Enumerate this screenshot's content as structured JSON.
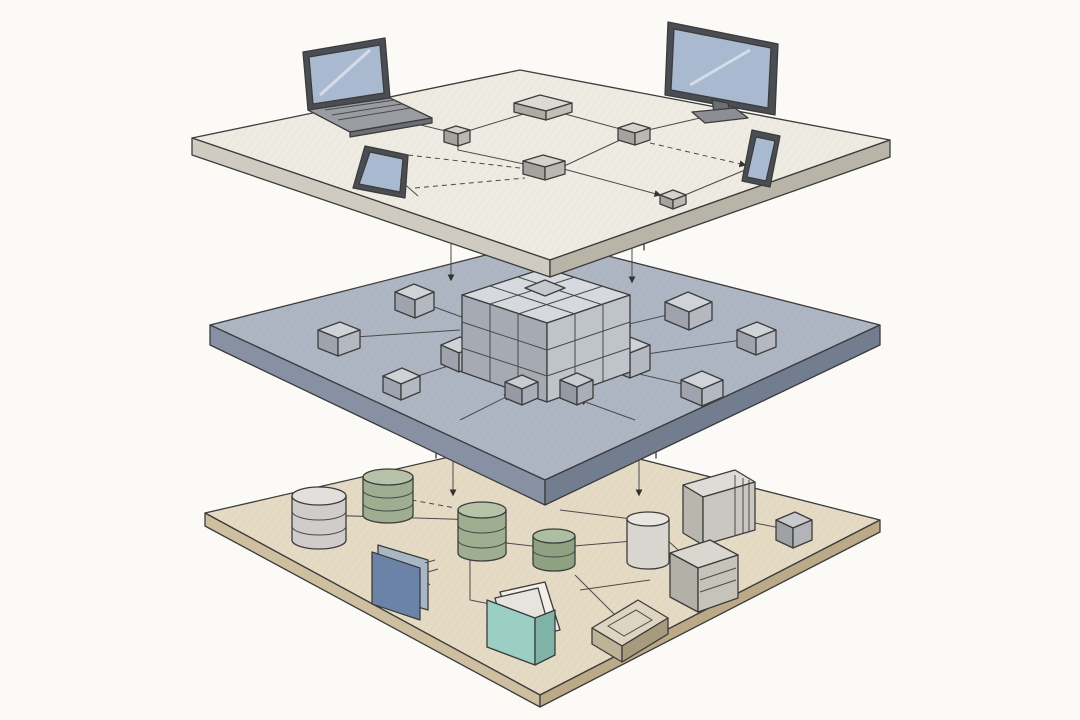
{
  "colors": {
    "background": "#fbfaf6",
    "top_layer": "#eeebe2",
    "middle_layer": "#aeb6c4",
    "bottom_layer": "#e5dbc4",
    "block_gray": "#c9ccd1",
    "db_gray": "#cfcccb",
    "db_green": "#9fae90",
    "folder_blue": "#6c83a8",
    "folder_teal": "#9ccfc4",
    "screen_blue": "#a9bad0"
  },
  "layers": [
    {
      "id": "top",
      "content": [
        "laptop-icon",
        "monitor-icon",
        "tablet-icon",
        "phone-icon"
      ]
    },
    {
      "id": "middle",
      "content": [
        "cube-cluster-icon"
      ]
    },
    {
      "id": "bottom",
      "content": [
        "database-icon",
        "folder-icon",
        "file-cabinet-icon",
        "server-icon",
        "tray-icon"
      ]
    }
  ]
}
